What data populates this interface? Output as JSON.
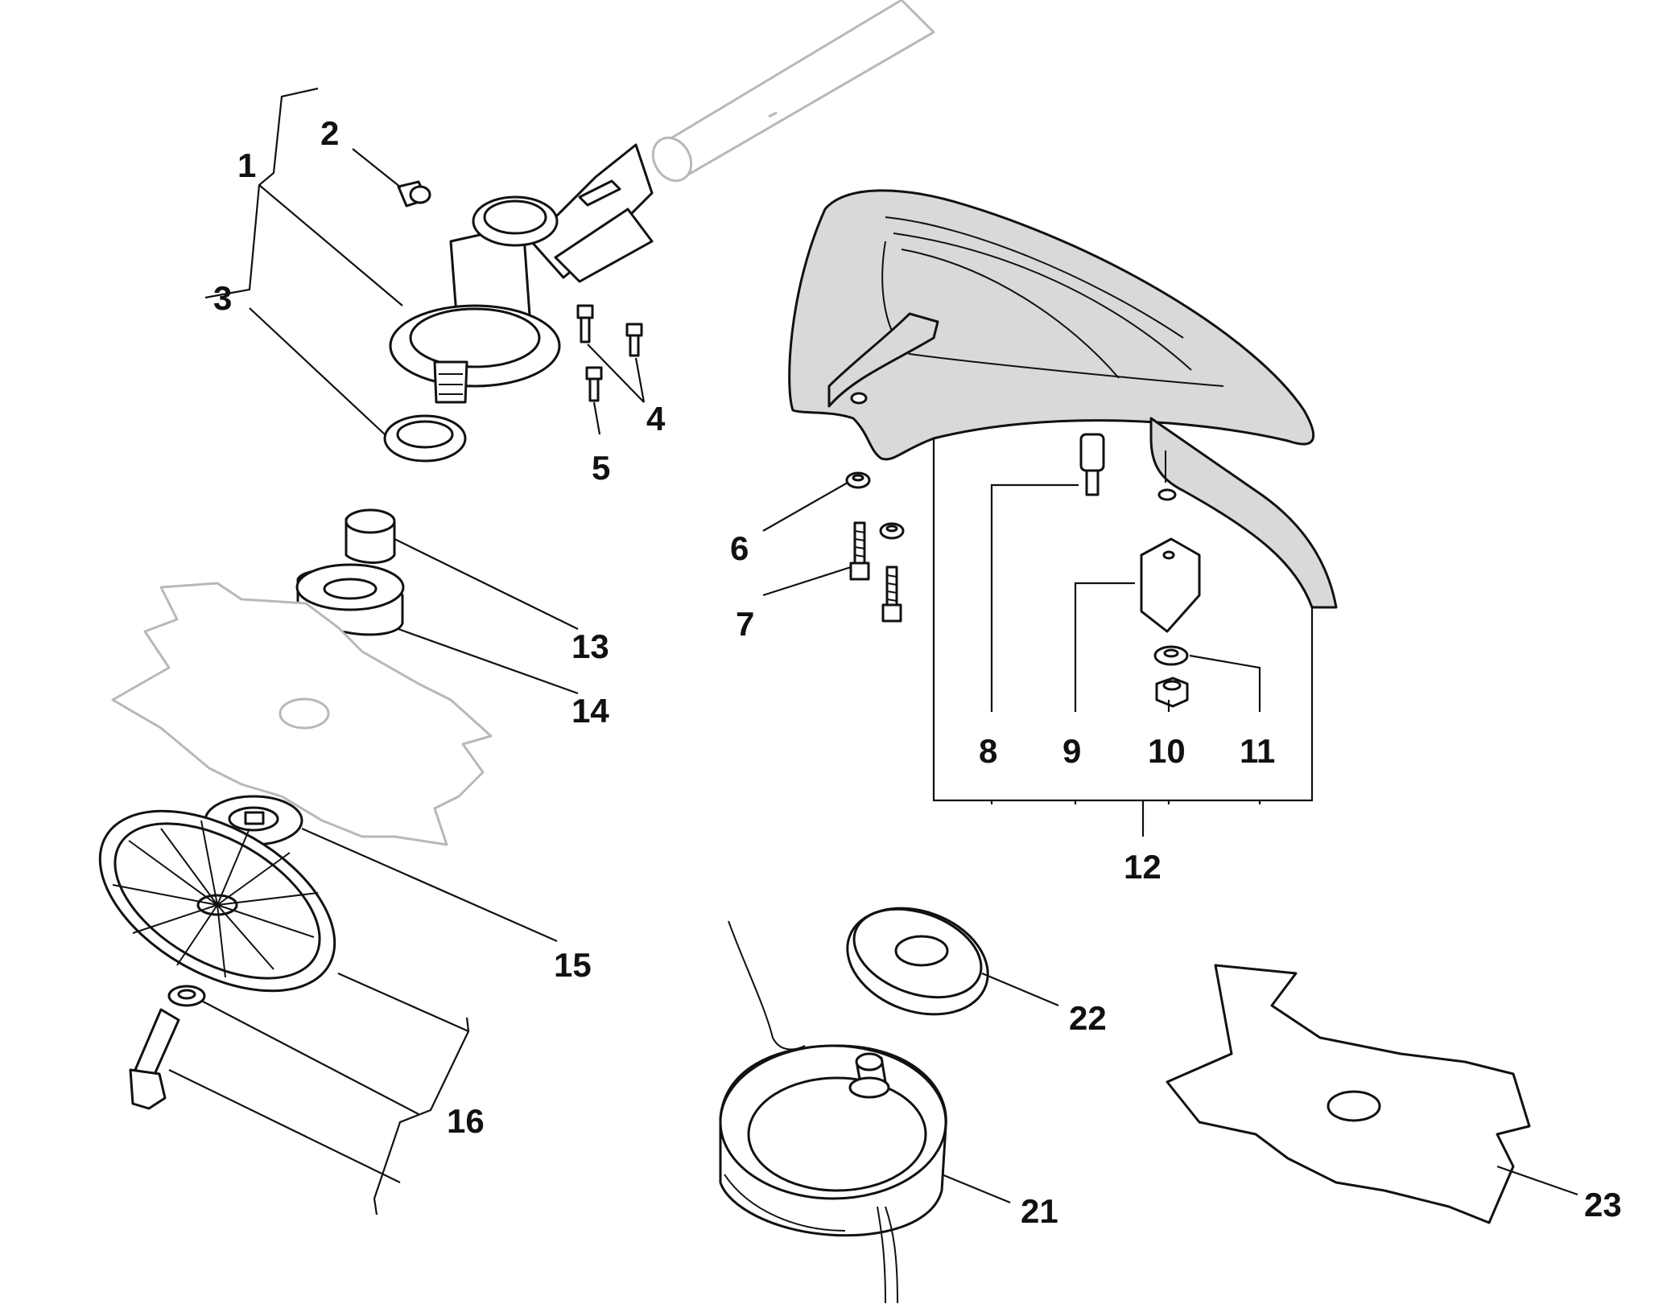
{
  "callouts": [
    {
      "id": "1",
      "text": "1"
    },
    {
      "id": "2",
      "text": "2"
    },
    {
      "id": "3",
      "text": "3"
    },
    {
      "id": "4",
      "text": "4"
    },
    {
      "id": "5",
      "text": "5"
    },
    {
      "id": "6",
      "text": "6"
    },
    {
      "id": "7",
      "text": "7"
    },
    {
      "id": "8",
      "text": "8"
    },
    {
      "id": "9",
      "text": "9"
    },
    {
      "id": "10",
      "text": "10"
    },
    {
      "id": "11",
      "text": "11"
    },
    {
      "id": "12",
      "text": "12"
    },
    {
      "id": "13",
      "text": "13"
    },
    {
      "id": "14",
      "text": "14"
    },
    {
      "id": "15",
      "text": "15"
    },
    {
      "id": "16",
      "text": "16"
    },
    {
      "id": "21",
      "text": "21"
    },
    {
      "id": "22",
      "text": "22"
    },
    {
      "id": "23",
      "text": "23"
    }
  ]
}
